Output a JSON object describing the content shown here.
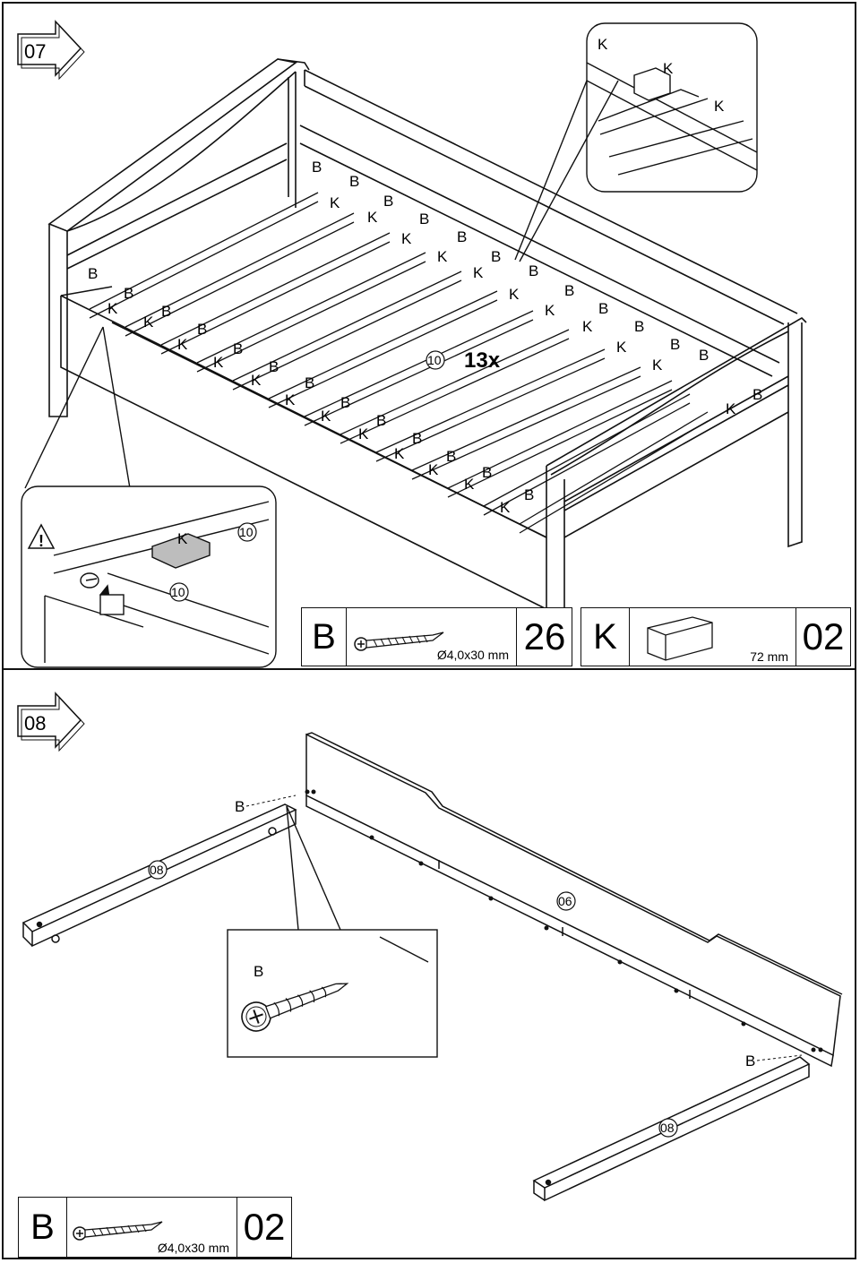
{
  "step7": {
    "number": "07",
    "slat_count": "13x",
    "slat_part": "10",
    "detail_parts": [
      "10",
      "10"
    ],
    "detail_block": "K",
    "screw_label": "B",
    "block_label": "K"
  },
  "step8": {
    "number": "08",
    "rail_part": "08",
    "panel_part": "06",
    "screw_label": "B",
    "detail_label": "B"
  },
  "parts_step7": [
    {
      "letter": "B",
      "icon": "screw-icon",
      "size": "Ø4,0x30 mm",
      "qty": "26"
    },
    {
      "letter": "K",
      "icon": "block-icon",
      "size": "72 mm",
      "qty": "02"
    }
  ],
  "parts_step8": [
    {
      "letter": "B",
      "icon": "screw-icon",
      "size": "Ø4,0x30 mm",
      "qty": "02"
    }
  ],
  "colors": {
    "line": "#111111",
    "background": "#ffffff",
    "shade": "#bdbdbd"
  }
}
